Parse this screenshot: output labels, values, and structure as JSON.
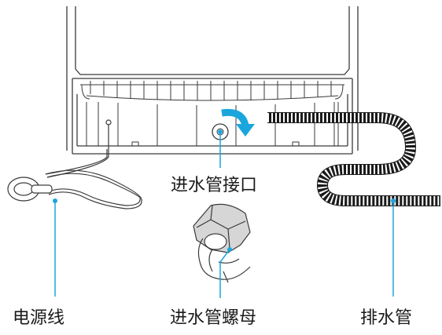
{
  "labels": {
    "inlet_port": "进水管接口",
    "power_cord": "电源线",
    "inlet_nut": "进水管螺母",
    "drain_hose": "排水管"
  },
  "colors": {
    "line": "#3a3a3a",
    "leader": "#1aa6dc",
    "arrow": "#1aa6dc",
    "hose": "#1a1a1a",
    "text": "#1a1a1a"
  },
  "icons": {
    "rotation_arrow": "clockwise-arrow-icon",
    "callout_dot": "callout-dot-icon"
  }
}
